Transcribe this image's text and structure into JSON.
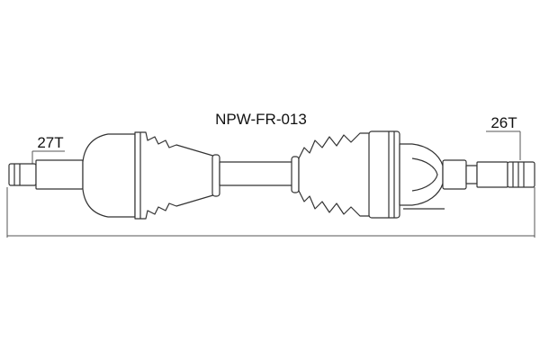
{
  "diagram": {
    "part_number": "NPW-FR-013",
    "left_spline_label": "27T",
    "right_spline_label": "26T"
  }
}
